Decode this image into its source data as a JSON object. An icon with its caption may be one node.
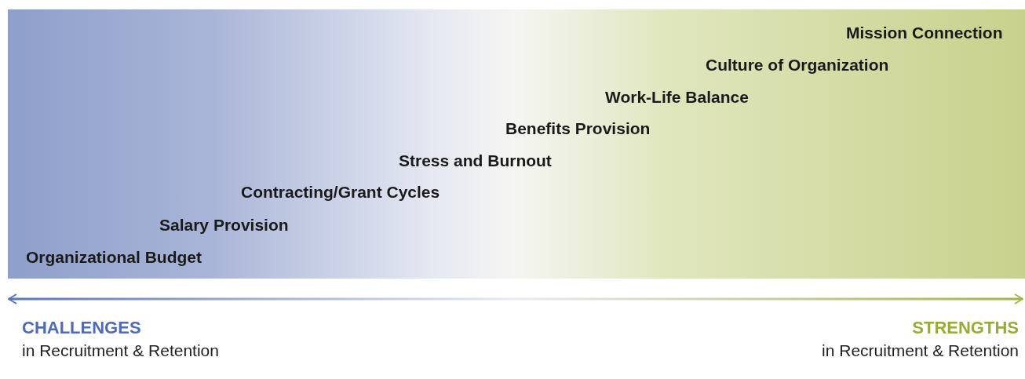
{
  "diagram": {
    "labels": [
      "Mission Connection",
      "Culture of Organization",
      "Work-Life Balance",
      "Benefits Provision",
      "Stress and Burnout",
      "Contracting/Grant Cycles",
      "Salary Provision",
      "Organizational Budget",
      "CHALLENGES",
      "in Recruitment & Retention",
      "STRENGTHS",
      "in Recruitment & Retention"
    ]
  }
}
